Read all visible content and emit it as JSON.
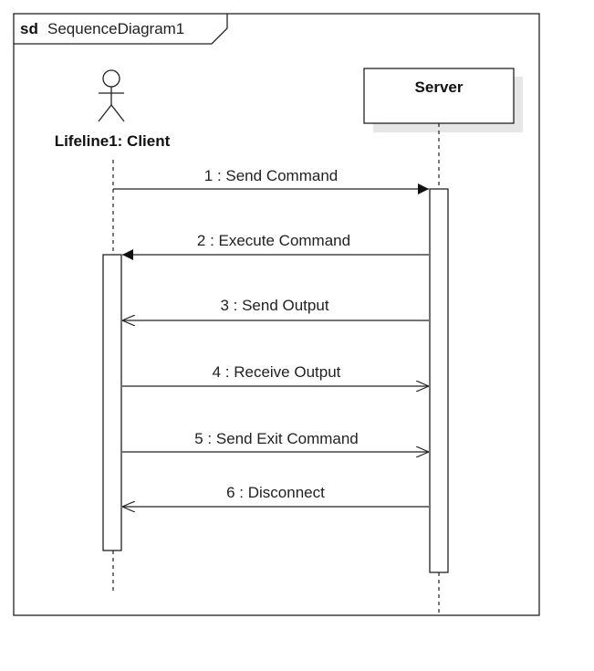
{
  "frame": {
    "keyword": "sd",
    "name": "SequenceDiagram1"
  },
  "lifelines": [
    {
      "label": "Lifeline1: Client",
      "kind": "actor"
    },
    {
      "label": "Server",
      "kind": "object"
    }
  ],
  "messages": [
    {
      "label": "1 : Send Command",
      "from": "client",
      "to": "server",
      "type": "synchronous"
    },
    {
      "label": "2 : Execute Command",
      "from": "server",
      "to": "client",
      "type": "synchronous"
    },
    {
      "label": "3 : Send Output",
      "from": "server",
      "to": "client",
      "type": "asynchronous"
    },
    {
      "label": "4 : Receive Output",
      "from": "client",
      "to": "server",
      "type": "asynchronous"
    },
    {
      "label": "5 : Send Exit Command",
      "from": "client",
      "to": "server",
      "type": "asynchronous"
    },
    {
      "label": "6 : Disconnect",
      "from": "server",
      "to": "client",
      "type": "asynchronous"
    }
  ]
}
